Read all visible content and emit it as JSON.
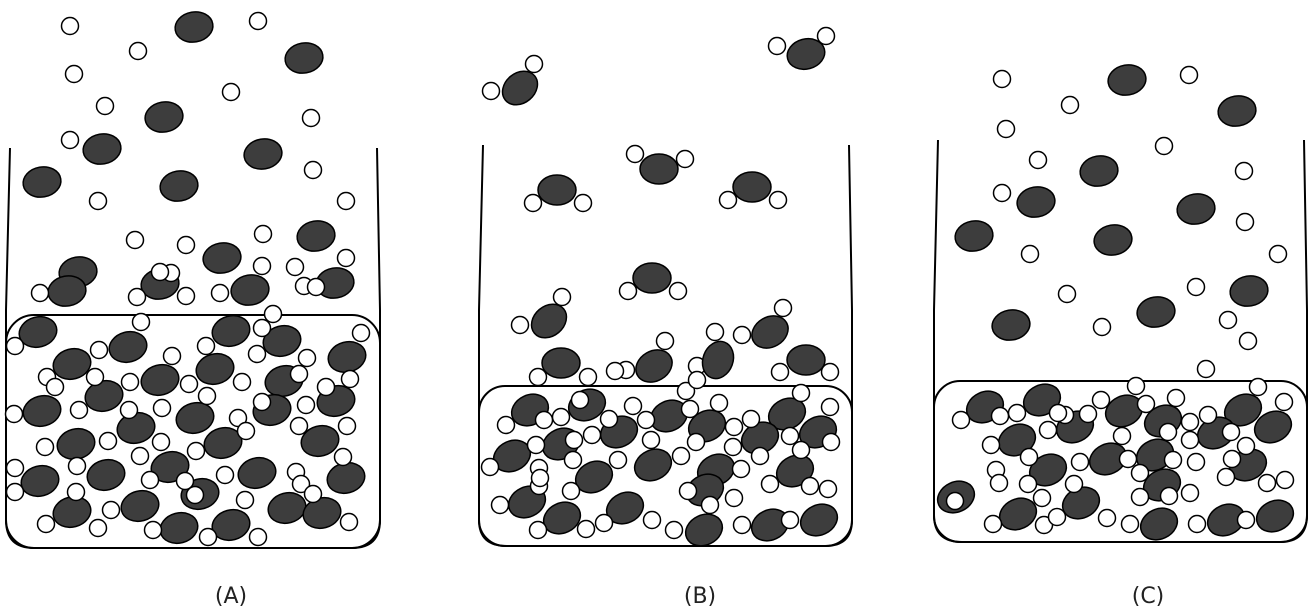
{
  "panels": [
    {
      "label": "(A)",
      "description_kind": "separate-particles"
    },
    {
      "label": "(B)",
      "description_kind": "molecules"
    },
    {
      "label": "(C)",
      "description_kind": "separate-particles"
    }
  ],
  "colors": {
    "dark_particle": "#3d3d3d",
    "light_particle": "#ffffff",
    "outline": "#000000"
  }
}
